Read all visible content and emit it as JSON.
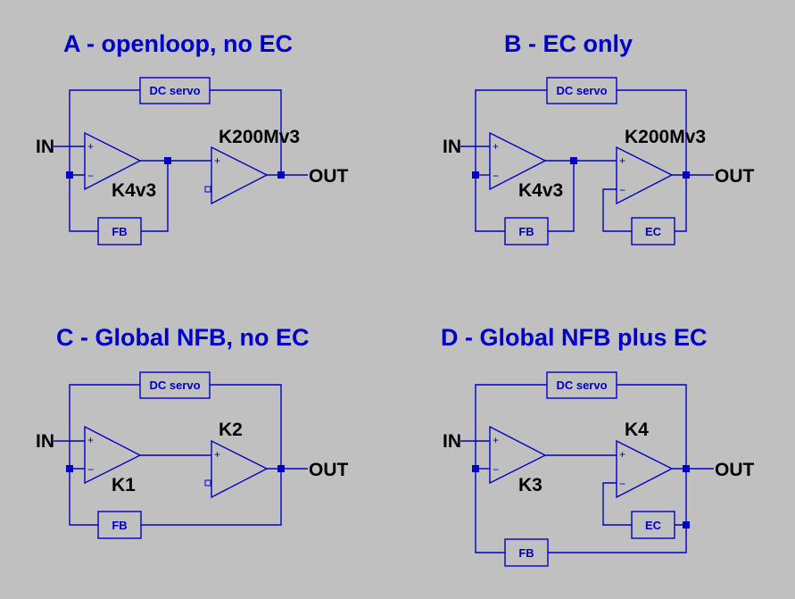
{
  "colors": {
    "background": "#c0c0c0",
    "wire": "#0000c8",
    "title": "#0000c8",
    "label": "#000000"
  },
  "common": {
    "in_label": "IN",
    "out_label": "OUT",
    "dc_servo": "DC servo",
    "fb": "FB",
    "ec": "EC",
    "plus": "+",
    "minus": "−"
  },
  "panels": {
    "a": {
      "title": "A - openloop, no EC",
      "amp1": "K4v3",
      "amp2": "K200Mv3"
    },
    "b": {
      "title": "B - EC only",
      "amp1": "K4v3",
      "amp2": "K200Mv3"
    },
    "c": {
      "title": "C - Global NFB, no EC",
      "amp1": "K1",
      "amp2": "K2"
    },
    "d": {
      "title": "D - Global NFB plus EC",
      "amp1": "K3",
      "amp2": "K4"
    }
  }
}
